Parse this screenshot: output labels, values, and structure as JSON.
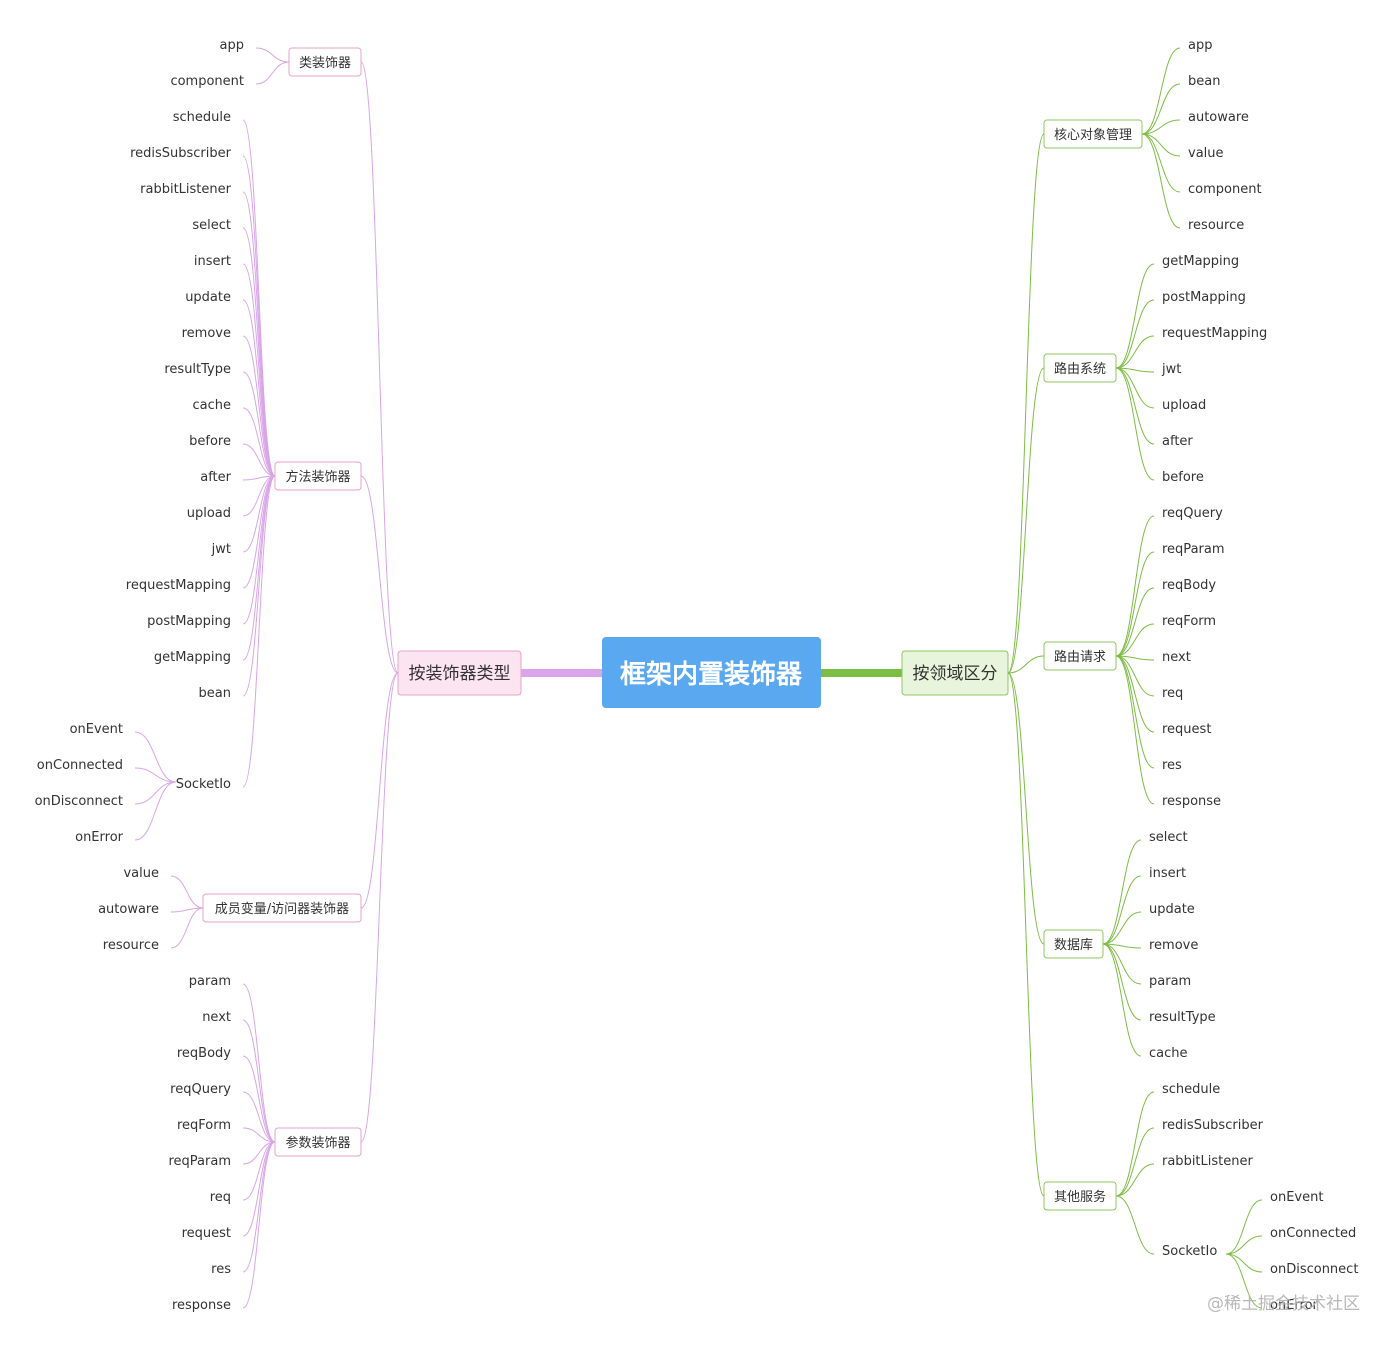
{
  "root": {
    "label": "框架内置装饰器",
    "color": "#5aa8f0"
  },
  "watermark": "@稀土掘金技术社区",
  "left": {
    "label": "按装饰器类型",
    "color": "#d9a5e8",
    "fill": "#fce4f0",
    "border": "#e7a2c8",
    "groups": [
      {
        "label": "类装饰器",
        "items": [
          "app",
          "component"
        ]
      },
      {
        "label": "方法装饰器",
        "items": [
          "schedule",
          "redisSubscriber",
          "rabbitListener",
          "select",
          "insert",
          "update",
          "remove",
          "resultType",
          "cache",
          "before",
          "after",
          "upload",
          "jwt",
          "requestMapping",
          "postMapping",
          "getMapping",
          "bean",
          {
            "label": "SocketIo",
            "items": [
              "onEvent",
              "onConnected",
              "onDisconnect",
              "onError"
            ]
          }
        ]
      },
      {
        "label": "成员变量/访问器装饰器",
        "items": [
          "value",
          "autoware",
          "resource"
        ]
      },
      {
        "label": "参数装饰器",
        "items": [
          "param",
          "next",
          "reqBody",
          "reqQuery",
          "reqForm",
          "reqParam",
          "req",
          "request",
          "res",
          "response"
        ]
      }
    ]
  },
  "right": {
    "label": "按领域区分",
    "color": "#7dbd44",
    "fill": "#e8f5dc",
    "border": "#8cc760",
    "groups": [
      {
        "label": "核心对象管理",
        "items": [
          "app",
          "bean",
          "autoware",
          "value",
          "component",
          "resource"
        ]
      },
      {
        "label": "路由系统",
        "items": [
          "getMapping",
          "postMapping",
          "requestMapping",
          "jwt",
          "upload",
          "after",
          "before"
        ]
      },
      {
        "label": "路由请求",
        "items": [
          "reqQuery",
          "reqParam",
          "reqBody",
          "reqForm",
          "next",
          "req",
          "request",
          "res",
          "response"
        ]
      },
      {
        "label": "数据库",
        "items": [
          "select",
          "insert",
          "update",
          "remove",
          "param",
          "resultType",
          "cache"
        ]
      },
      {
        "label": "其他服务",
        "items": [
          "schedule",
          "redisSubscriber",
          "rabbitListener",
          {
            "label": "SocketIo",
            "items": [
              "onEvent",
              "onConnected",
              "onDisconnect",
              "onError"
            ]
          }
        ]
      }
    ]
  }
}
